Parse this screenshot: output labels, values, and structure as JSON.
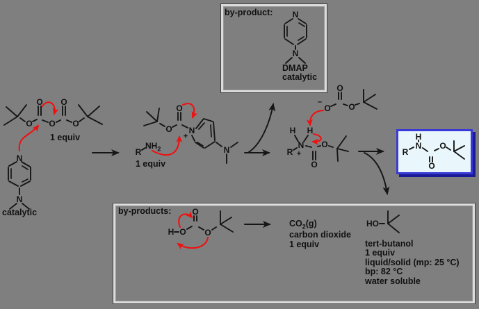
{
  "colors": {
    "background": "#7F7F7F",
    "bond": "#161616",
    "arrow_red": "#EE1111",
    "box_border": "#DCDCDC",
    "blue_border": "#3A3AD6",
    "blue_bg": "#E9F7FC",
    "blue_shadow": "#1B1B96"
  },
  "labels": {
    "boc2o_equiv": "1 equiv",
    "dmap_note": "catalytic",
    "amine_equiv": "1 equiv"
  },
  "boxes": {
    "top": {
      "title": "by-product:",
      "compound": "DMAP",
      "note": "catalytic"
    },
    "bottom": {
      "title": "by-products:",
      "co2_main": "CO",
      "co2_sub": "2",
      "co2_suffix": "(g)",
      "co2_name": "carbon dioxide",
      "co2_equiv": "1 equiv",
      "tbuoh_name": "tert-butanol",
      "tbuoh_equiv": "1 equiv",
      "tbuoh_phase": "liquid/solid (mp: 25 °C)",
      "tbuoh_bp": "bp: 82 °C",
      "tbuoh_sol": "water soluble"
    }
  },
  "atoms": {
    "b2o_o1": "O",
    "b2o_o2": "O",
    "b2o_o3": "O",
    "b2o_o4": "O",
    "b2o_o5": "O",
    "dmapl_n1": "N",
    "dmapl_n2": "N",
    "int_o_carbonyl": "O",
    "int_o_ester": "O",
    "int_n_ring": "N",
    "int_plus": "+",
    "int_n_amine": "N",
    "amine_r": "R",
    "amine_nh": "NH",
    "amine_nh_sub": "2",
    "carb_minus": "−",
    "carb_o1": "O",
    "carb_o2": "O",
    "carb_o3": "O",
    "amm_h1": "H",
    "amm_h2": "H",
    "amm_n": "N",
    "amm_plus": "+",
    "amm_r": "R",
    "amm_o_carbonyl": "O",
    "amm_o_ester": "O",
    "prod_r": "R",
    "prod_h": "H",
    "prod_n": "N",
    "prod_o_carbonyl": "O",
    "prod_o_ester": "O",
    "ca_h": "H",
    "ca_o1": "O",
    "ca_o2": "O",
    "ca_o3": "O",
    "tbuoh_ho": "HO",
    "dmapt_n1": "N",
    "dmapt_n2": "N"
  }
}
